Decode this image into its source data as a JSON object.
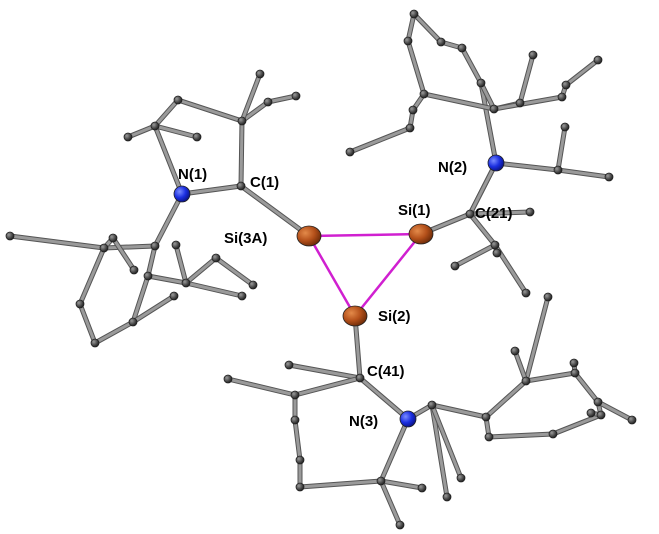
{
  "atom_labels": {
    "n1": "N(1)",
    "c1": "C(1)",
    "si3a": "Si(3A)",
    "si1": "Si(1)",
    "n2": "N(2)",
    "c21": "C(21)",
    "si2": "Si(2)",
    "c41": "C(41)",
    "n3": "N(3)"
  },
  "colors": {
    "silicon": "#b4501a",
    "nitrogen": "#1a2ee0",
    "carbon": "#4a4a4a",
    "bond": "#9a9a9a",
    "si_si_bond": "#d020d0"
  }
}
